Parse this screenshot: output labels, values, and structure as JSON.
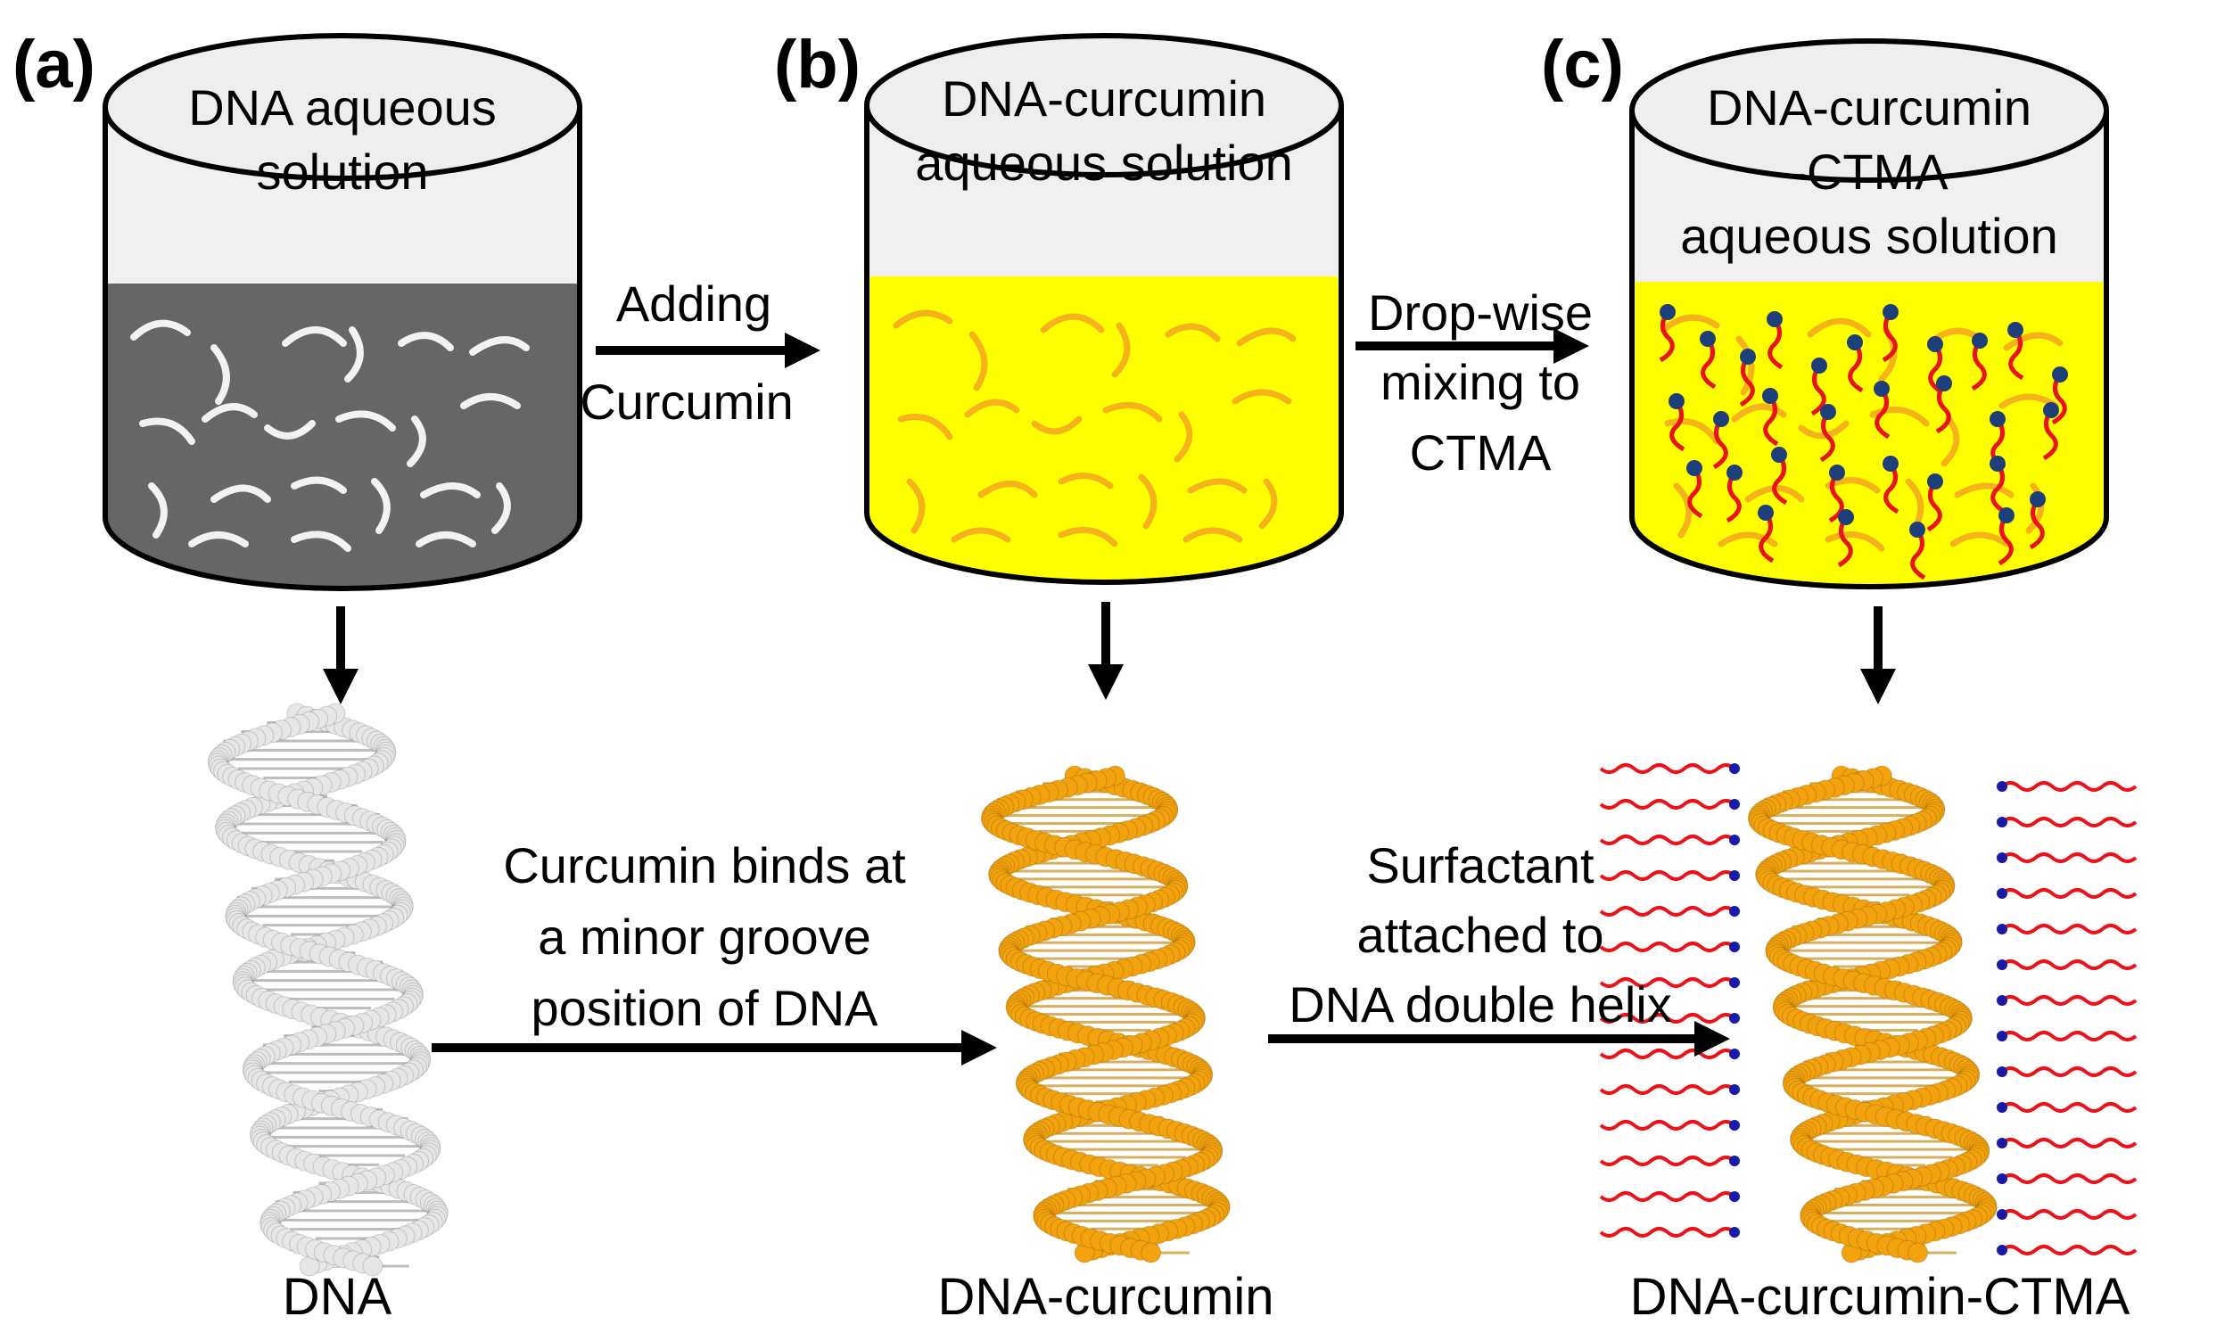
{
  "panels": [
    {
      "label": "(a)",
      "container_text": [
        "DNA aqueous",
        "solution"
      ],
      "product": "DNA",
      "liquid_color": "#666666",
      "strand_color": "#f2f2f2",
      "helix_color": "#e6e6e6"
    },
    {
      "label": "(b)",
      "container_text": [
        "DNA-curcumin",
        "aqueous solution"
      ],
      "product": "DNA-curcumin",
      "liquid_color": "#ffff00",
      "strand_color": "#f5b21a",
      "helix_color": "#f2a20c"
    },
    {
      "label": "(c)",
      "container_text": [
        "DNA-curcumin",
        "-CTMA",
        "aqueous solution"
      ],
      "product": "DNA-curcumin-CTMA",
      "liquid_color": "#ffff00",
      "strand_color": "#f5b21a",
      "helix_color": "#f2a20c",
      "surfactant_head_color": "#1f3f7a",
      "surfactant_tail_color": "#e8141c"
    }
  ],
  "steps": {
    "container_ab": [
      "Adding",
      "Curcumin"
    ],
    "container_bc": [
      "Drop-wise",
      "mixing to",
      "CTMA"
    ],
    "helix_ab": [
      "Curcumin binds at",
      "a minor groove",
      "position of DNA"
    ],
    "helix_bc": [
      "Surfactant",
      "attached to",
      "DNA double helix"
    ]
  }
}
